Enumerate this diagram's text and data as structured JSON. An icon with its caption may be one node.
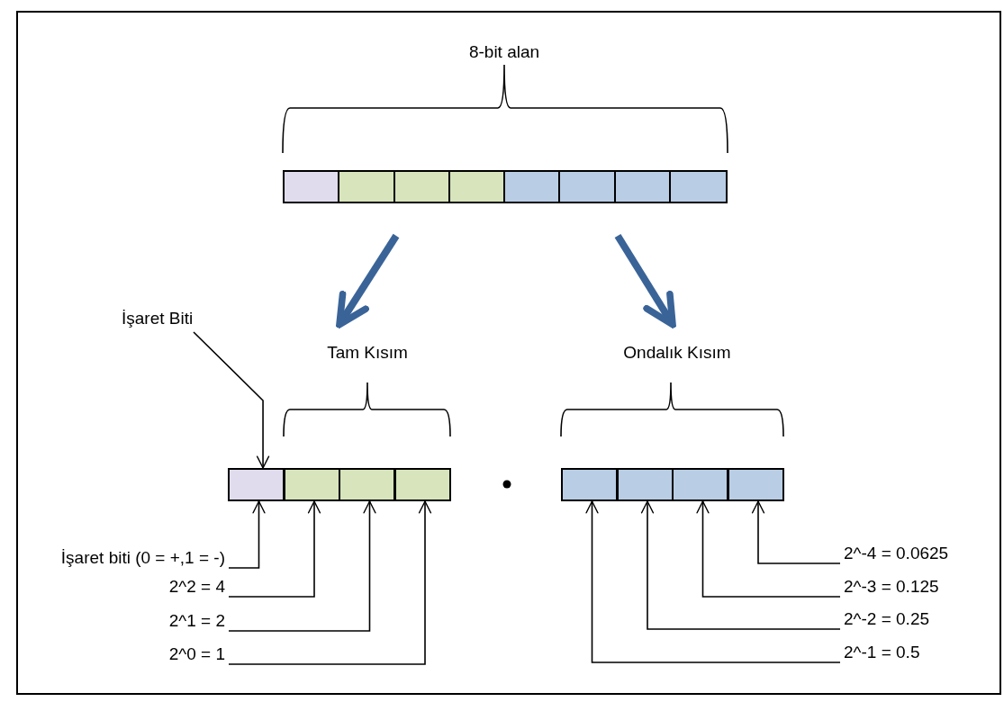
{
  "diagram": {
    "nodes": [
      {
        "text": [],
        "shape": "bar"
      },
      {
        "text": [],
        "shape": "box",
        "in": 0
      },
      {
        "text": [],
        "shape": "box",
        "in": 0
      },
      {
        "text": [],
        "shape": "box",
        "in": 0
      },
      {
        "text": [],
        "shape": "box",
        "in": 0
      },
      {
        "text": [],
        "shape": "box",
        "in": 0
      },
      {
        "text": [],
        "shape": "box",
        "in": 0
      },
      {
        "text": [],
        "shape": "box",
        "in": 0
      },
      {
        "text": [],
        "shape": "box",
        "in": 0
      },
      {
        "text": [
          "İşaret Biti"
        ]
      },
      {
        "text": [
          "Tam Kısım"
        ]
      },
      {
        "text": [
          "Ondalık Kısım"
        ]
      },
      {
        "text": [],
        "shape": "box"
      },
      {
        "text": [],
        "shape": "box"
      },
      {
        "text": [],
        "shape": "box"
      },
      {
        "text": [],
        "shape": "box"
      },
      {
        "text": [],
        "shape": "box"
      },
      {
        "text": [],
        "shape": "box"
      },
      {
        "text": [],
        "shape": "box"
      },
      {
        "text": [],
        "shape": "box"
      },
      {
        "text": [
          "İşaret biti (0 = +,1 = -)"
        ]
      },
      {
        "text": [
          "2^2 = 4"
        ]
      },
      {
        "text": [
          "2^1 = 2"
        ]
      },
      {
        "text": [
          "2^0 = 1"
        ]
      },
      {
        "text": [
          "2^-4 = 0.0625"
        ]
      },
      {
        "text": [
          "2^-3 = 0.125"
        ]
      },
      {
        "text": [
          "2^-2 = 0.25"
        ]
      },
      {
        "text": [
          "2^-1 = 0.5"
        ]
      }
    ],
    "edges": [
      {
        "from": 0,
        "to": 10,
        "arrow": "to",
        "style": "thick",
        "color": "#3a6498"
      },
      {
        "from": 0,
        "to": 11,
        "arrow": "to",
        "style": "thick",
        "color": "#3a6498"
      },
      {
        "from": 9,
        "to": 12,
        "arrow": "to"
      },
      {
        "from": 20,
        "to": 12,
        "arrow": "to"
      },
      {
        "from": 21,
        "to": 13,
        "arrow": "to"
      },
      {
        "from": 22,
        "to": 14,
        "arrow": "to"
      },
      {
        "from": 23,
        "to": 15,
        "arrow": "to"
      },
      {
        "from": 24,
        "to": 19,
        "arrow": "to"
      },
      {
        "from": 25,
        "to": 18,
        "arrow": "to"
      },
      {
        "from": 26,
        "to": 17,
        "arrow": "to"
      },
      {
        "from": 27,
        "to": 16,
        "arrow": "to"
      }
    ],
    "labels": [
      "8-bit alan"
    ]
  }
}
